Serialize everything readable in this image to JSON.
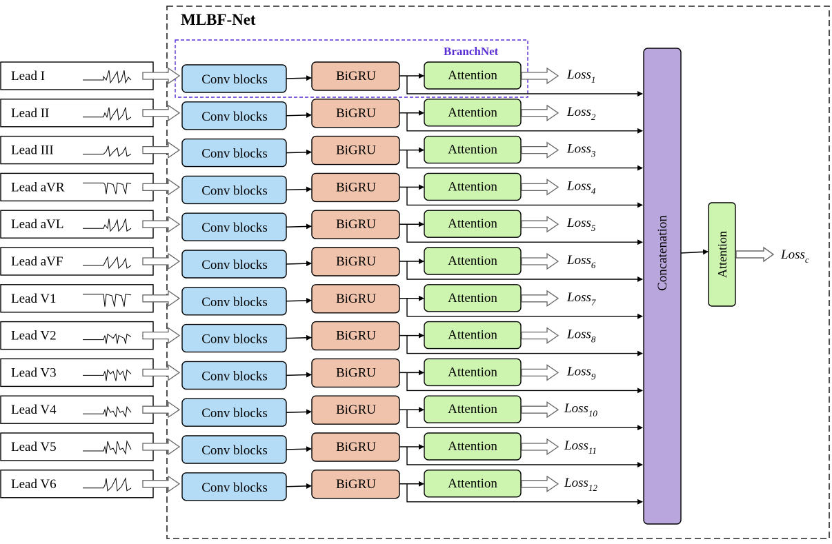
{
  "title": "MLBF-Net",
  "branchnet_label": "BranchNet",
  "conv_label": "Conv blocks",
  "bigru_label": "BiGRU",
  "attention_label": "Attention",
  "concat_label": "Concatenation",
  "final_attention_label": "Attention",
  "loss_base": "Loss",
  "final_loss_subscript": "c",
  "leads": [
    {
      "label": "Lead I",
      "loss_sub": "1"
    },
    {
      "label": "Lead II",
      "loss_sub": "2"
    },
    {
      "label": "Lead III",
      "loss_sub": "3"
    },
    {
      "label": "Lead aVR",
      "loss_sub": "4"
    },
    {
      "label": "Lead aVL",
      "loss_sub": "5"
    },
    {
      "label": "Lead aVF",
      "loss_sub": "6"
    },
    {
      "label": "Lead V1",
      "loss_sub": "7"
    },
    {
      "label": "Lead V2",
      "loss_sub": "8"
    },
    {
      "label": "Lead V3",
      "loss_sub": "9"
    },
    {
      "label": "Lead V4",
      "loss_sub": "10"
    },
    {
      "label": "Lead V5",
      "loss_sub": "11"
    },
    {
      "label": "Lead V6",
      "loss_sub": "12"
    }
  ],
  "colors": {
    "conv": "#b5dcf6",
    "bigru": "#f0c4ac",
    "attention": "#cdf5b0",
    "concat": "#b9a6dd",
    "branchnet": "#5b2fd6"
  }
}
